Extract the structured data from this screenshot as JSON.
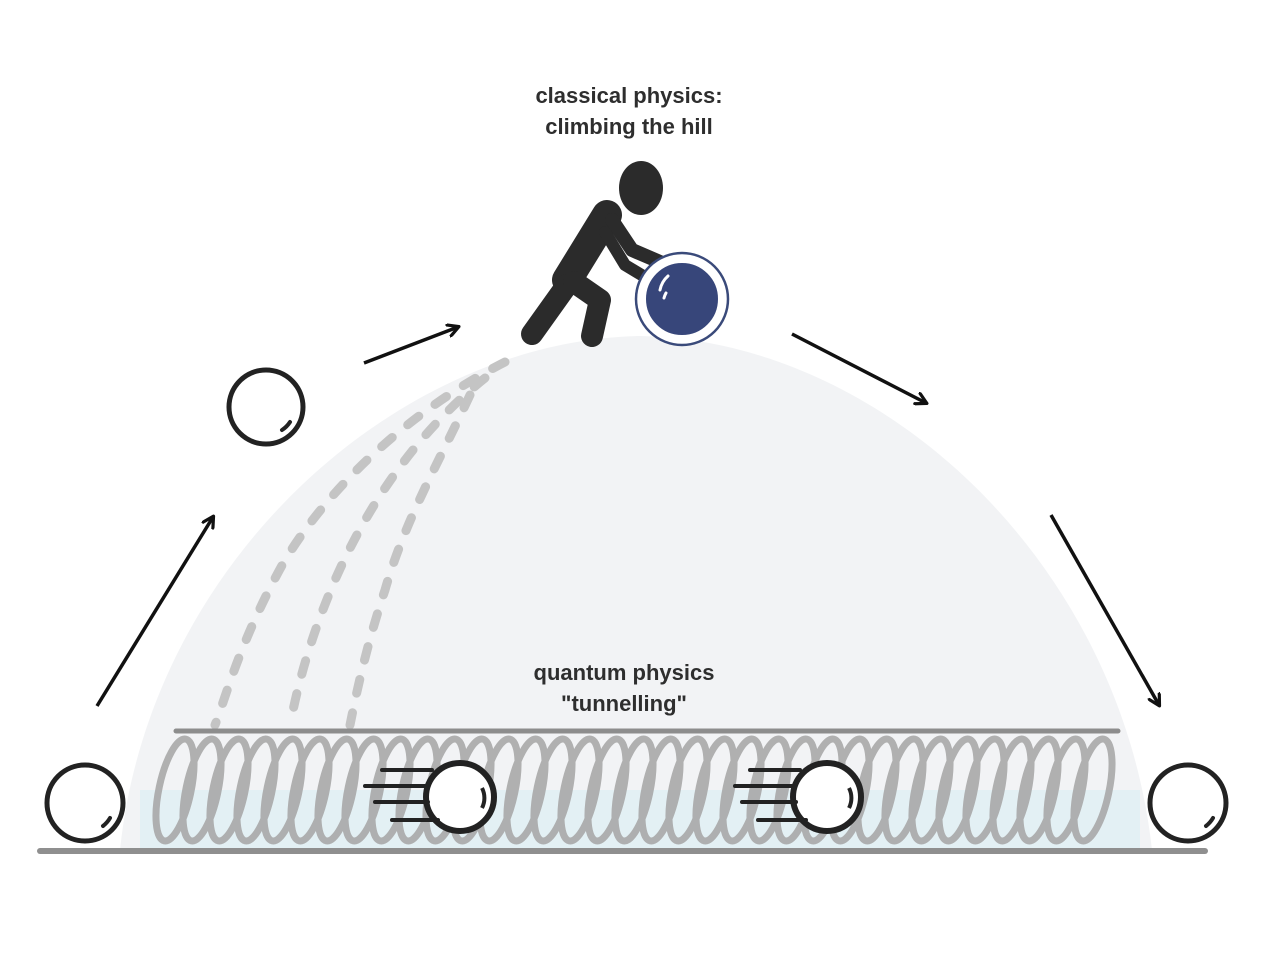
{
  "labels": {
    "classical_line1": "classical  physics:",
    "classical_line2": "climbing the hill",
    "quantum_line1": "quantum  physics",
    "quantum_line2": "\"tunnelling\""
  },
  "colors": {
    "hill": "#f2f3f5",
    "ground": "#8f8f8f",
    "spring": "#a7a7a7",
    "tunnel_tint": "#dfeff3",
    "figure": "#2b2b2b",
    "pushed_ball": "#3a4a7a",
    "dashes": "#c2c2c2",
    "arrow": "#111111"
  },
  "icons": [
    "person-pushing-icon",
    "ball-icon",
    "moving-ball-icon",
    "arrow-icon",
    "spring-coil-icon"
  ]
}
